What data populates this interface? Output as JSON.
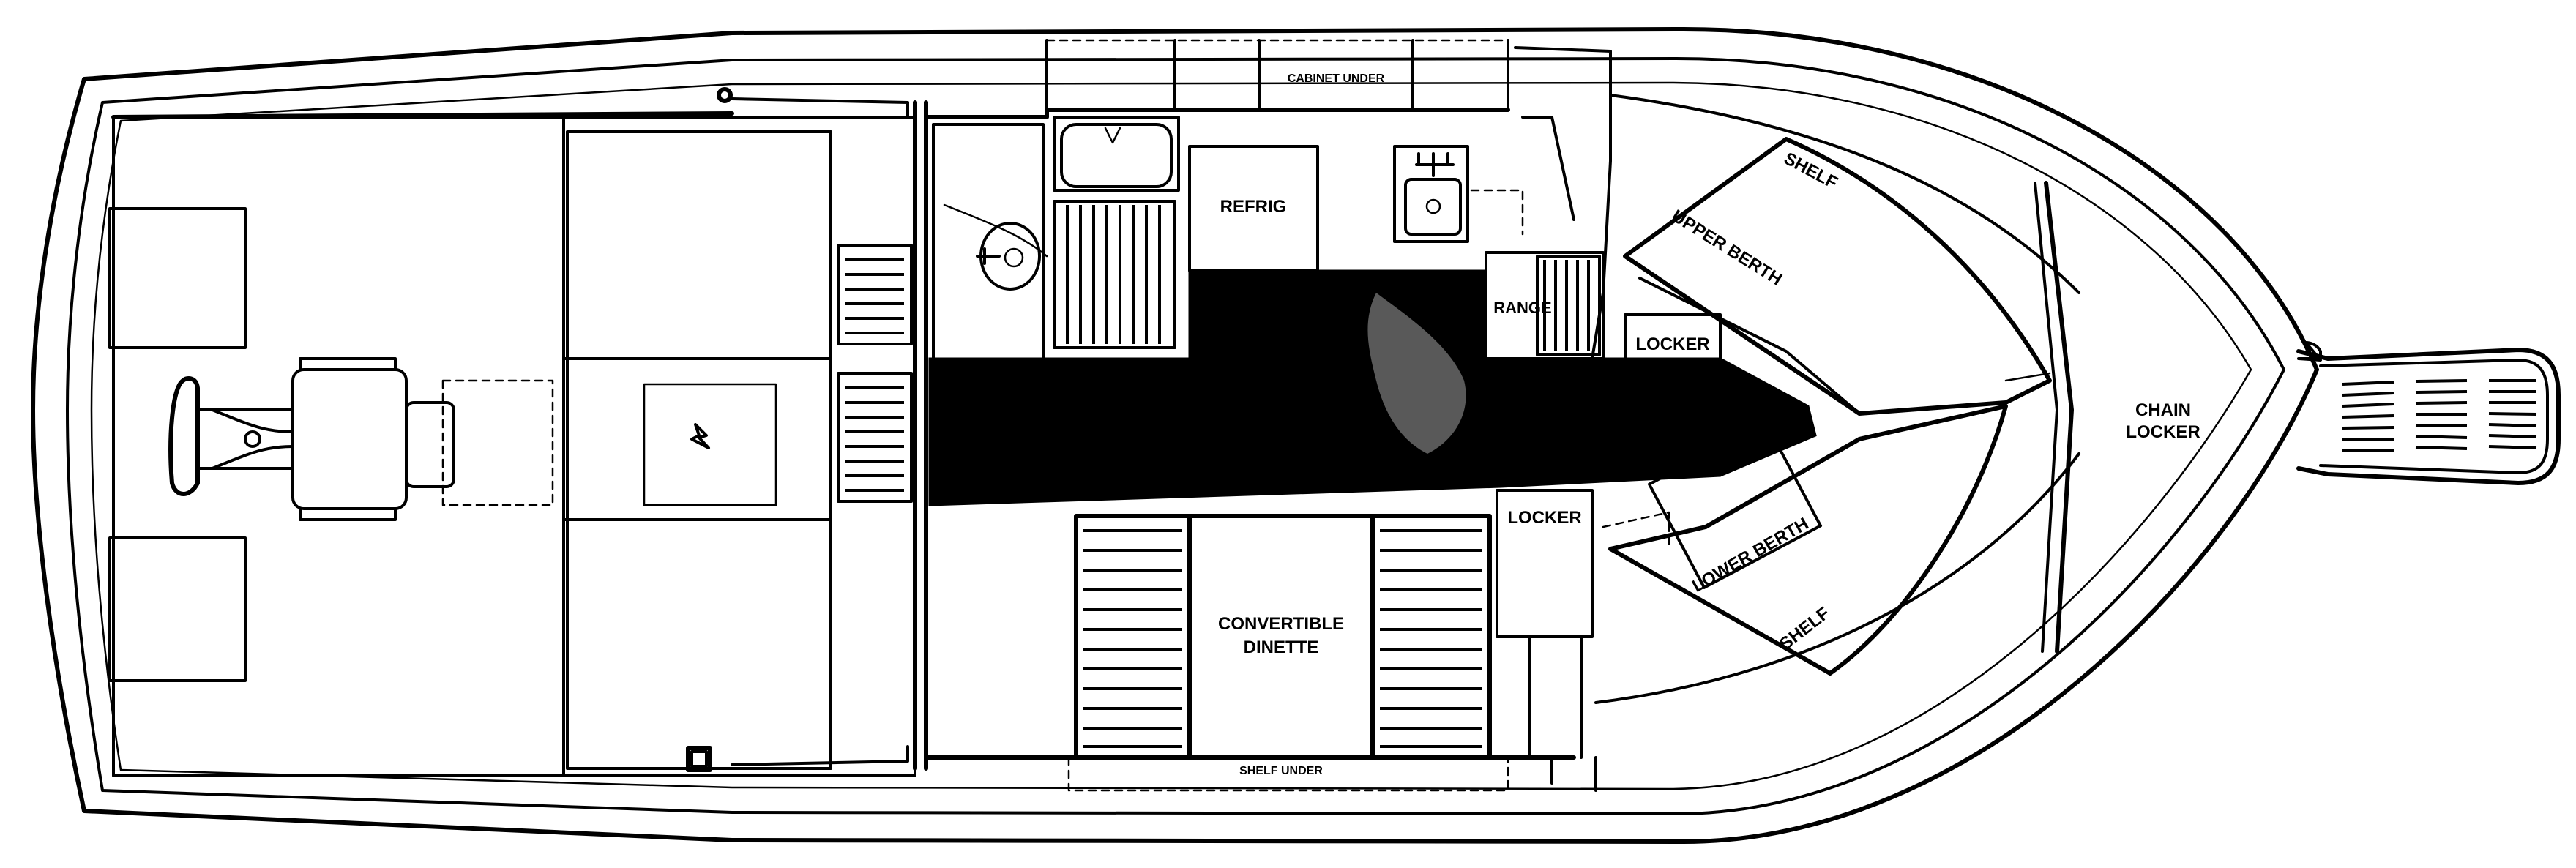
{
  "labels": {
    "cabinet_under": "CABINET UNDER",
    "refrig": "REFRIG",
    "range": "RANGE",
    "shelf_upper": "SHELF",
    "upper_berth": "UPPER BERTH",
    "locker_upper": "LOCKER",
    "chain_locker_line1": "CHAIN",
    "chain_locker_line2": "LOCKER",
    "locker_lower": "LOCKER",
    "lower_berth": "LOWER BERTH",
    "shelf_lower": "SHELF",
    "convertible_line1": "CONVERTIBLE",
    "convertible_line2": "DINETTE",
    "shelf_under": "SHELF UNDER"
  }
}
